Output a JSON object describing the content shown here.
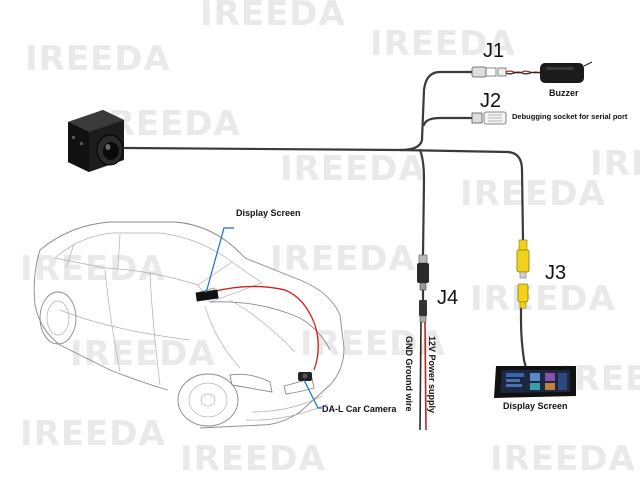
{
  "watermark": "IREEDA",
  "connectors": {
    "j1": "J1",
    "j2": "J2",
    "j3": "J3",
    "j4": "J4"
  },
  "labels": {
    "buzzer": "Buzzer",
    "debug_socket": "Debugging socket for serial port",
    "display_screen_car": "Display Screen",
    "display_screen_bottom": "Display Screen",
    "car_camera": "DA-L Car Camera",
    "power_line1": "12V Power supply",
    "power_line2": "GND Ground wire"
  },
  "colors": {
    "cable": "#3a3a3a",
    "rca_yellow": "#f2d21a",
    "leader_blue": "#1a6fc9",
    "car_wire_red": "#d0221c"
  }
}
